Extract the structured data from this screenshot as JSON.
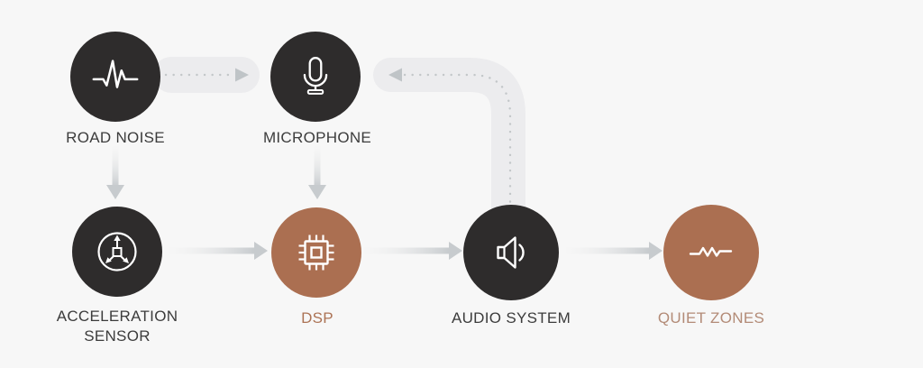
{
  "title": "road-noise-cancellation-flow",
  "colors": {
    "background": "#f7f7f7",
    "node_dark": "#2e2c2c",
    "node_accent": "#ab6f51",
    "label_dark": "#3c3c3c",
    "label_dsp": "#ac7355",
    "label_quiet": "#b38b77",
    "connector_track": "#ececee",
    "arrow_gray": "#c7cbce",
    "dotted_gray": "#c3c7c9"
  },
  "nodes": [
    {
      "id": "road-noise",
      "label": "ROAD NOISE",
      "icon": "waveform-icon",
      "style": "dark"
    },
    {
      "id": "microphone",
      "label": "MICROPHONE",
      "icon": "microphone-icon",
      "style": "dark"
    },
    {
      "id": "acceleration-sensor",
      "label": "ACCELERATION SENSOR",
      "icon": "acceleration-axes-icon",
      "style": "dark"
    },
    {
      "id": "dsp",
      "label": "DSP",
      "icon": "chip-icon",
      "style": "accent"
    },
    {
      "id": "audio-system",
      "label": "AUDIO SYSTEM",
      "icon": "speaker-icon",
      "style": "dark"
    },
    {
      "id": "quiet-zones",
      "label": "QUIET ZONES",
      "icon": "flattened-wave-icon",
      "style": "accent"
    }
  ],
  "connections": [
    {
      "from": "road-noise",
      "to": "microphone",
      "style": "dotted-arrow-in-pill"
    },
    {
      "from": "road-noise",
      "to": "acceleration-sensor",
      "style": "gradient-arrow-down"
    },
    {
      "from": "microphone",
      "to": "dsp",
      "style": "gradient-arrow-down"
    },
    {
      "from": "acceleration-sensor",
      "to": "dsp",
      "style": "gradient-arrow-right"
    },
    {
      "from": "dsp",
      "to": "audio-system",
      "style": "gradient-arrow-right"
    },
    {
      "from": "audio-system",
      "to": "quiet-zones",
      "style": "gradient-arrow-right"
    },
    {
      "from": "audio-system",
      "to": "microphone",
      "style": "dotted-arrow-in-curved-pipe-feedback"
    }
  ]
}
